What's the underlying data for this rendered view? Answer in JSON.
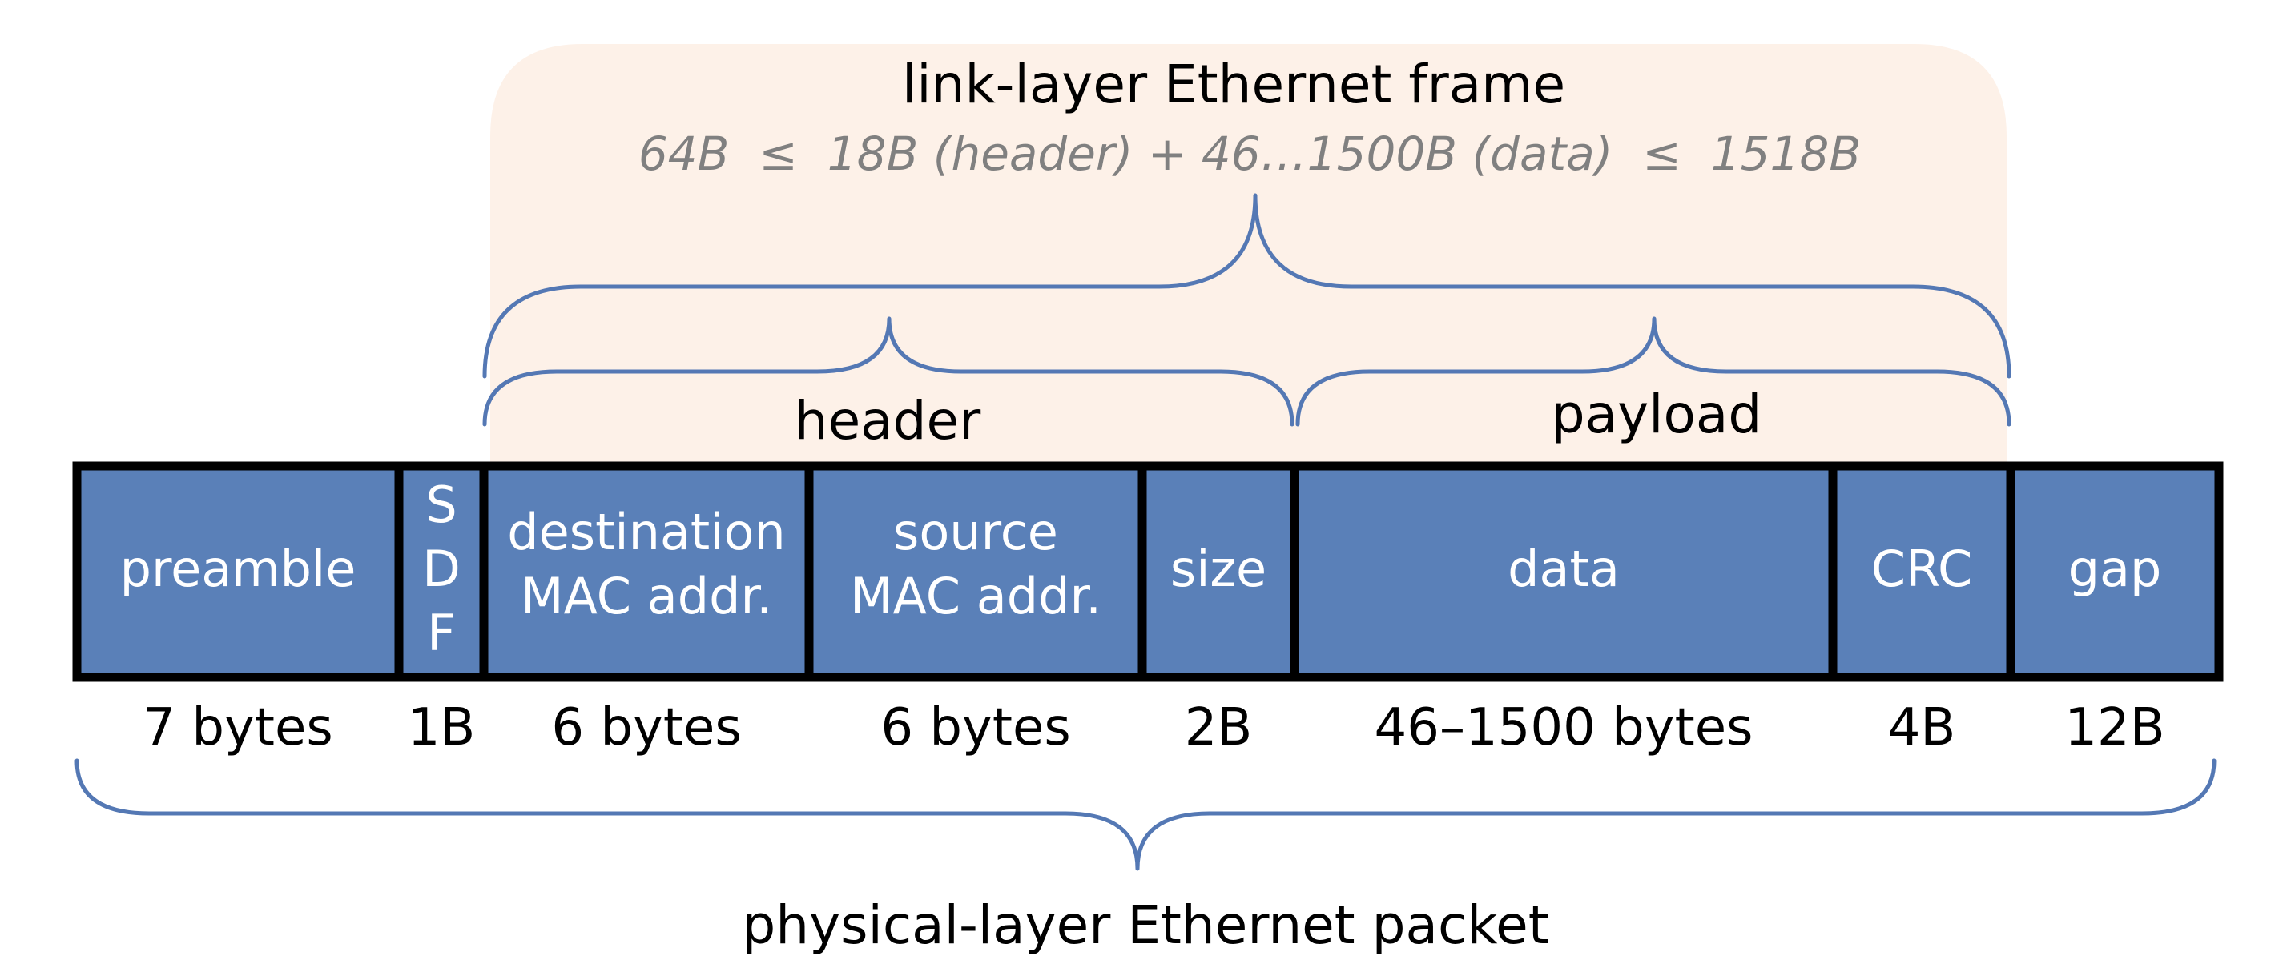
{
  "frame": {
    "title": "link-layer Ethernet frame",
    "formula": "64B  ≤  18B (header) + 46…1500B (data)  ≤  1518B"
  },
  "groups": {
    "header": "header",
    "payload": "payload"
  },
  "fields": [
    {
      "id": "preamble",
      "lines": [
        "preamble"
      ],
      "size": "7 bytes"
    },
    {
      "id": "sdf",
      "lines": [
        "S",
        "D",
        "F"
      ],
      "size": "1B"
    },
    {
      "id": "destination-mac",
      "lines": [
        "destination",
        "MAC addr."
      ],
      "size": "6 bytes"
    },
    {
      "id": "source-mac",
      "lines": [
        "source",
        "MAC addr."
      ],
      "size": "6 bytes"
    },
    {
      "id": "size",
      "lines": [
        "size"
      ],
      "size": "2B"
    },
    {
      "id": "data",
      "lines": [
        "data"
      ],
      "size": "46–1500 bytes"
    },
    {
      "id": "crc",
      "lines": [
        "CRC"
      ],
      "size": "4B"
    },
    {
      "id": "gap",
      "lines": [
        "gap"
      ],
      "size": "12B"
    }
  ],
  "packet": {
    "label": "physical-layer Ethernet packet"
  },
  "colors": {
    "box_fill": "#5a80b8",
    "box_border": "#000000",
    "brace": "#5478b4",
    "frame_background": "#fdf1e8",
    "formula_text": "#808080"
  }
}
